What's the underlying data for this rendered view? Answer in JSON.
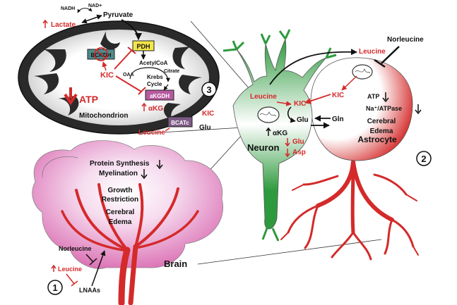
{
  "colors": {
    "red": "#d42a2a",
    "green": "#2e9a3e",
    "pink": "#d65aa8",
    "pdh_box": "#f3e64a",
    "bckdh_box": "#4f8c8c",
    "akgdh_box": "#b75aa0",
    "bcatc_box": "#7d5a86"
  },
  "labels": {
    "mito": {
      "nadh": "NADH",
      "nad": "NAD+",
      "pyruvate": "Pyruvate",
      "lactate": "Lactate",
      "pdh": "PDH",
      "bckdh": "BCKDH",
      "acetylcoa": "AcetylCoA",
      "citrate": "Citrate",
      "oaa": "OAA",
      "krebs_line1": "Krebs",
      "krebs_line2": "Cycle",
      "kic": "KIC",
      "akgdh": "aKGDH",
      "akg": "αKG",
      "atp": "ATP",
      "mitochondrion": "Mitochondrion",
      "bcatc": "BCATc",
      "kic_right": "KIC",
      "glu": "Glu",
      "leucine": "Leucine",
      "panel_number": "3"
    },
    "neuron": {
      "leucine": "Leucine",
      "kic": "KIC",
      "glu": "Glu",
      "akg": "αKG",
      "glu_red": "Glu",
      "asp": "Asp",
      "title": "Neuron"
    },
    "astrocyte": {
      "norleucine": "Norleucine",
      "leucine": "Leucine",
      "kic": "KIC",
      "atp": "ATP",
      "naatpase": "Na⁺/ATPase",
      "edema_line1": "Cerebral",
      "edema_line2": "Edema",
      "title": "Astrocyte",
      "gln": "Gln",
      "panel_number": "2"
    },
    "brain": {
      "protein_synthesis": "Protein Synthesis",
      "myelination": "Myelination",
      "growth_line1": "Growth",
      "growth_line2": "Restriction",
      "edema_line1": "Cerebral",
      "edema_line2": "Edema",
      "title": "Brain",
      "norleucine": "Norleucine",
      "leucine": "Leucine",
      "lnaas": "LNAAs",
      "panel_number": "1"
    }
  }
}
